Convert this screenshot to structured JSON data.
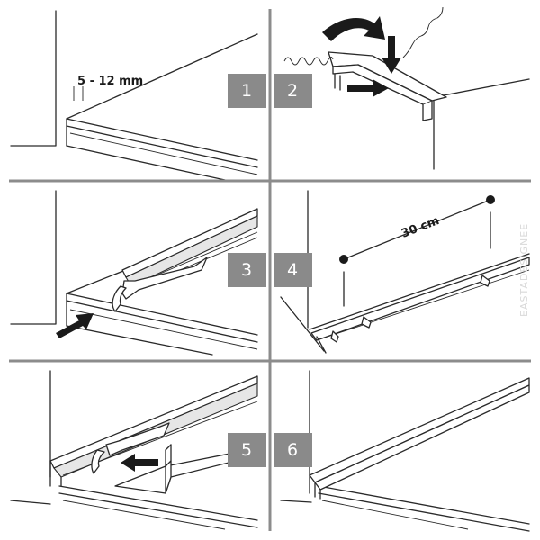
{
  "steps": [
    {
      "number": "1"
    },
    {
      "number": "2"
    },
    {
      "number": "3"
    },
    {
      "number": "4"
    },
    {
      "number": "5"
    },
    {
      "number": "6"
    }
  ],
  "dimensions": {
    "gap": "5 - 12 mm",
    "spacing": "30 cm"
  },
  "watermark": "EASTADESIGNEE",
  "colors": {
    "divider": "#8c8c8c",
    "badge": "#8a8a8a",
    "line": "#2a2a2a",
    "arrow": "#1a1a1a"
  }
}
